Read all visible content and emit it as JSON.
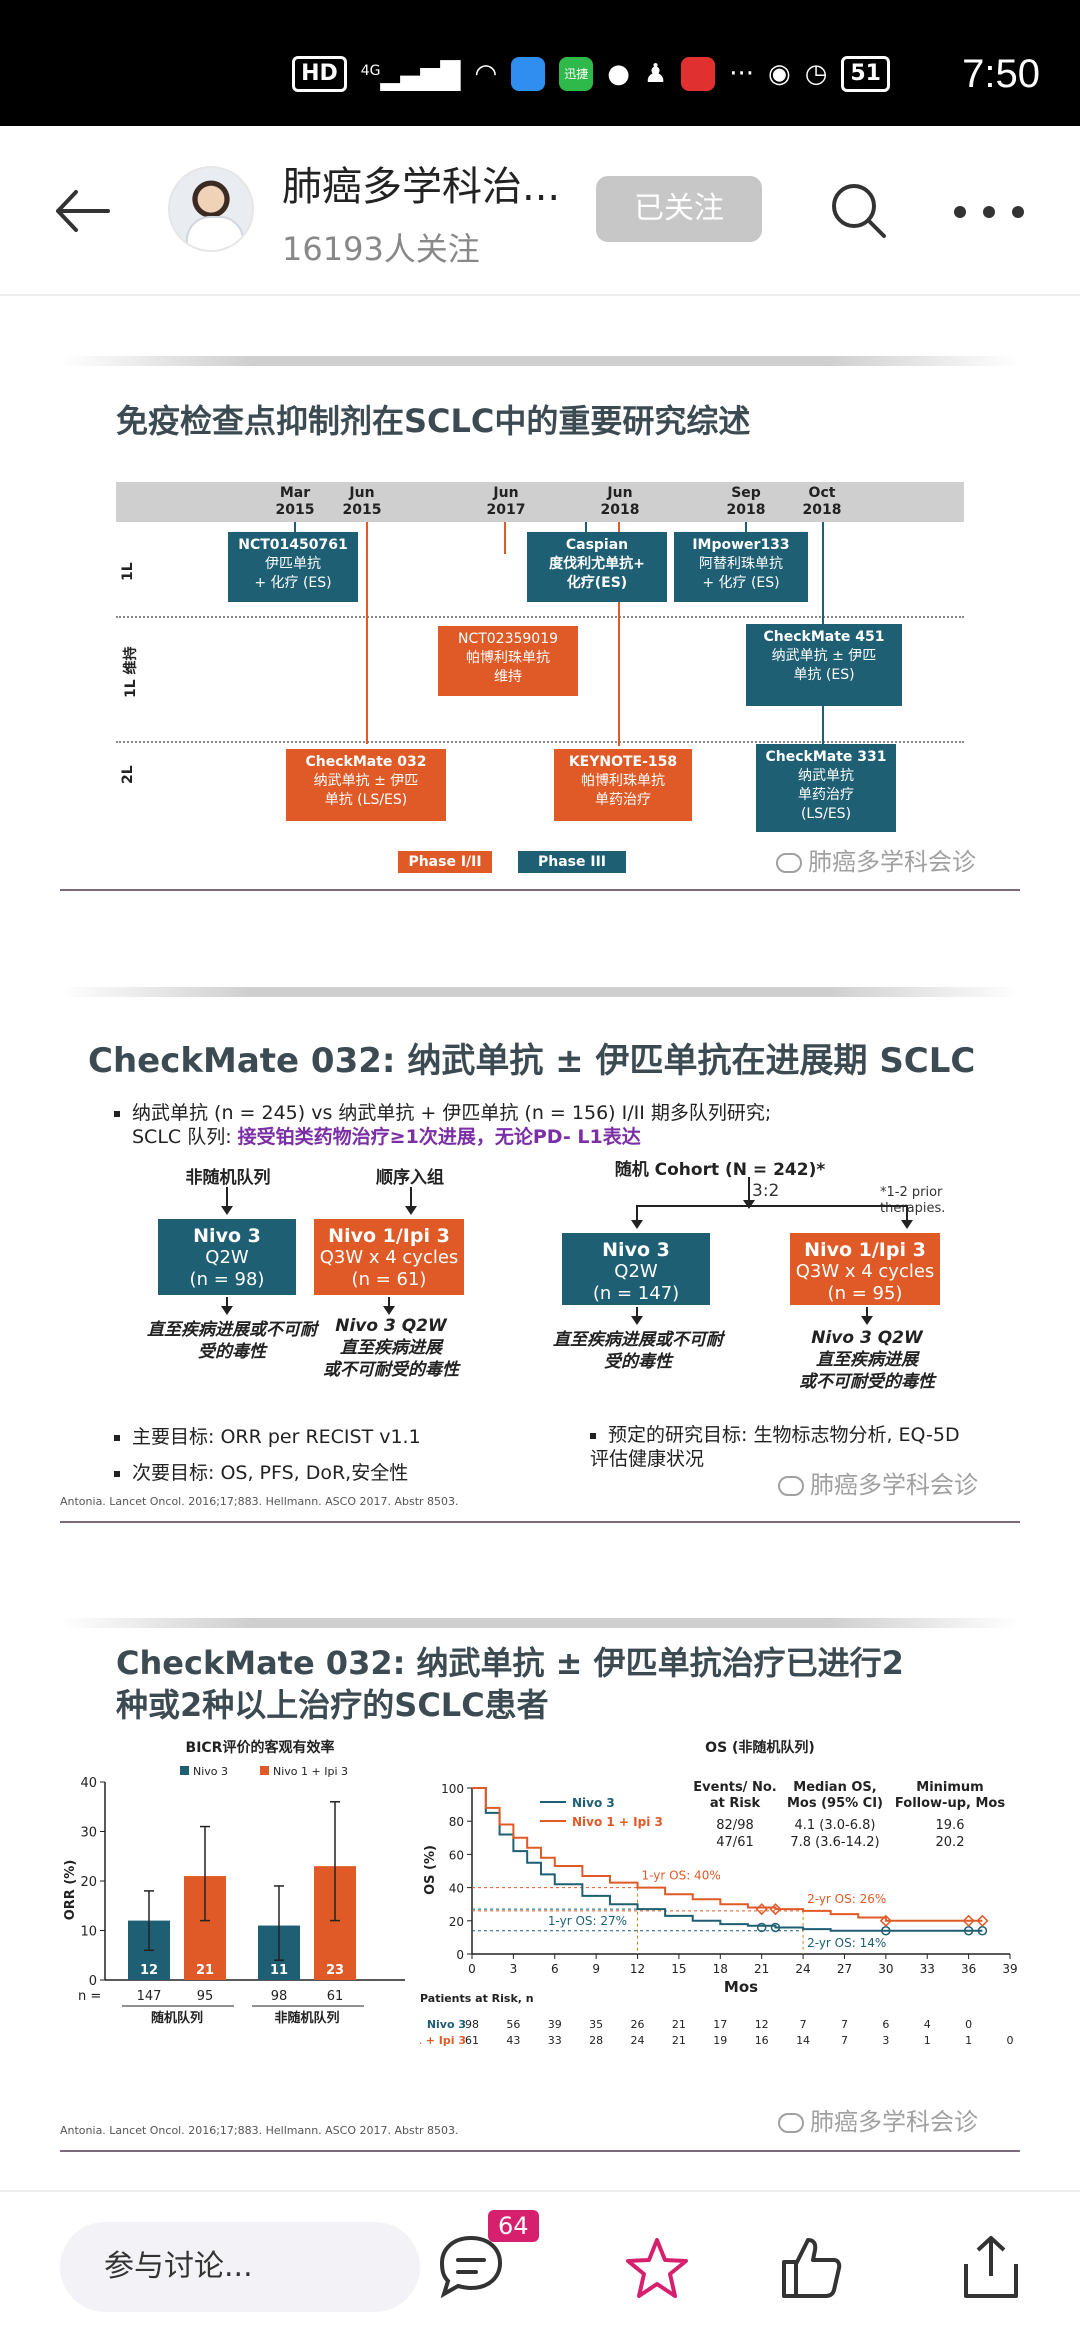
{
  "status_bar": {
    "hd_label": "HD",
    "network": "4G",
    "battery": "51",
    "time": "7:50",
    "app_icon_colors": [
      "#2f8ef0",
      "#2fb94a",
      "#e03030"
    ],
    "app_label": "迅捷"
  },
  "header": {
    "title": "肺癌多学科治...",
    "followers": "16193人关注",
    "follow_label": "已关注"
  },
  "slide1": {
    "title": "免疫检查点抑制剂在SCLC中的重要研究综述",
    "dates": [
      {
        "month": "Mar",
        "year": "2015"
      },
      {
        "month": "Jun",
        "year": "2015"
      },
      {
        "month": "Jun",
        "year": "2017"
      },
      {
        "month": "Jun",
        "year": "2018"
      },
      {
        "month": "Sep",
        "year": "2018"
      },
      {
        "month": "Oct",
        "year": "2018"
      }
    ],
    "rows": [
      "1L",
      "1L 维持",
      "2L"
    ],
    "boxes": {
      "nct01450761": [
        "NCT01450761",
        "伊匹单抗",
        "+ 化疗 (ES)"
      ],
      "caspian": [
        "Caspian",
        "度伐利尤单抗+",
        "化疗(ES)"
      ],
      "impower133": [
        "IMpower133",
        "阿替利珠单抗",
        "+ 化疗 (ES)"
      ],
      "nct02359019": [
        "NCT02359019",
        "帕博利珠单抗",
        "维持"
      ],
      "checkmate451": [
        "CheckMate 451",
        "纳武单抗 ± 伊匹",
        "单抗 (ES)"
      ],
      "checkmate032": [
        "CheckMate 032",
        "纳武单抗 ± 伊匹",
        "单抗 (LS/ES)"
      ],
      "keynote158": [
        "KEYNOTE-158",
        "帕博利珠单抗",
        "单药治疗"
      ],
      "checkmate331": [
        "CheckMate 331",
        "纳武单抗",
        "单药治疗",
        "(LS/ES)"
      ]
    },
    "legend": {
      "phase12": "Phase I/II",
      "phase3": "Phase III"
    },
    "colors": {
      "phase12": "#e05a27",
      "phase3": "#1e5f74"
    },
    "watermark": "肺癌多学科会诊"
  },
  "slide2": {
    "title": "CheckMate 032: 纳武单抗 ± 伊匹单抗在进展期 SCLC",
    "intro_line1": "纳武单抗 (n = 245) vs 纳武单抗 + 伊匹单抗 (n = 156) I/II 期多队列研究;",
    "intro_line2_prefix": "SCLC 队列: ",
    "intro_line2_emph": "接受铂类药物治疗≥1次进展，无论PD- L1表达",
    "label_nonrandom": "非随机队列",
    "label_sequential": "顺序入组",
    "label_random": "随机 Cohort (N = 242)*",
    "ratio": "3:2",
    "footnote": "*1-2 prior therapies.",
    "box_nivo_a": {
      "name": "Nivo 3",
      "schedule": "Q2W",
      "n": "(n = 98)"
    },
    "box_combo_a": {
      "name": "Nivo 1/Ipi 3",
      "schedule": "Q3W x 4 cycles",
      "n": "(n = 61)"
    },
    "box_nivo_b": {
      "name": "Nivo 3",
      "schedule": "Q2W",
      "n": "(n = 147)"
    },
    "box_combo_b": {
      "name": "Nivo 1/Ipi 3",
      "schedule": "Q3W x 4 cycles",
      "n": "(n = 95)"
    },
    "until_progression": "直至疾病进展或不可耐受的毒性",
    "nivo_q2w": "Nivo 3 Q2W",
    "until_progression_b": "直至疾病进展",
    "or_toxicity": "或不可耐受的毒性",
    "primary": "主要目标: ORR per RECIST v1.1",
    "secondary": "次要目标: OS, PFS, DoR,安全性",
    "exploratory": "预定的研究目标: 生物标志物分析, EQ-5D评估健康状况",
    "reference": "Antonia. Lancet Oncol. 2016;17;883. Hellmann. ASCO 2017. Abstr 8503.",
    "watermark": "肺癌多学科会诊"
  },
  "slide3": {
    "title_line1": "CheckMate 032: 纳武单抗 ± 伊匹单抗治疗已进行2",
    "title_line2": "种或2种以上治疗的SCLC患者",
    "reference": "Antonia. Lancet Oncol. 2016;17;883. Hellmann. ASCO 2017. Abstr 8503.",
    "watermark": "肺癌多学科会诊",
    "os_table_headers": [
      "Events/ No. at Risk",
      "Median OS, Mos (95% CI)",
      "Minimum Follow-up, Mos"
    ],
    "os_table_rows": [
      [
        "82/98",
        "4.1 (3.0-6.8)",
        "19.6"
      ],
      [
        "47/61",
        "7.8 (3.6-14.2)",
        "20.2"
      ]
    ],
    "patients_at_risk_label": "Patients at Risk, n",
    "annotations": [
      "1-yr OS: 40%",
      "1-yr OS: 27%",
      "2-yr OS: 26%",
      "2-yr OS: 14%"
    ]
  },
  "chart_data": [
    {
      "type": "bar",
      "title": "BICR评价的客观有效率",
      "ylabel": "ORR (%)",
      "ylim": [
        0,
        40
      ],
      "yticks": [
        0,
        10,
        20,
        30,
        40
      ],
      "group_labels": [
        "随机队列",
        "非随机队列"
      ],
      "n_label": "n =",
      "n_values": [
        "147",
        "95",
        "98",
        "61"
      ],
      "series": [
        {
          "name": "Nivo 3",
          "color": "#1e5f74",
          "values": [
            12,
            11
          ],
          "error_low": [
            6,
            4
          ],
          "error_high": [
            18,
            19
          ]
        },
        {
          "name": "Nivo 1 + Ipi 3",
          "color": "#e05a27",
          "values": [
            21,
            23
          ],
          "error_low": [
            12,
            12
          ],
          "error_high": [
            31,
            36
          ]
        }
      ],
      "legend": "top"
    },
    {
      "type": "line",
      "title": "OS (非随机队列)",
      "xlabel": "Mos",
      "ylabel": "OS (%)",
      "xlim": [
        0,
        39
      ],
      "ylim": [
        0,
        100
      ],
      "xticks": [
        0,
        3,
        6,
        9,
        12,
        15,
        18,
        21,
        24,
        27,
        30,
        33,
        36,
        39
      ],
      "yticks": [
        0,
        20,
        40,
        60,
        80,
        100
      ],
      "series": [
        {
          "name": "Nivo 3",
          "color": "#1e5f74",
          "x": [
            0,
            1,
            2,
            3,
            4,
            5,
            6,
            8,
            10,
            12,
            14,
            16,
            18,
            20,
            22,
            24,
            26,
            28,
            30,
            33,
            36,
            37
          ],
          "y": [
            100,
            85,
            72,
            62,
            55,
            48,
            42,
            35,
            30,
            27,
            23,
            20,
            18,
            17,
            16,
            15,
            14,
            14,
            14,
            14,
            14,
            14
          ],
          "at_risk": [
            "98",
            "56",
            "39",
            "35",
            "26",
            "21",
            "17",
            "12",
            "7",
            "7",
            "6",
            "4",
            "0"
          ]
        },
        {
          "name": "Nivo 1 + Ipi 3",
          "color": "#e05a27",
          "x": [
            0,
            1,
            2,
            3,
            4,
            5,
            6,
            8,
            10,
            12,
            14,
            16,
            18,
            20,
            22,
            24,
            26,
            28,
            30,
            33,
            36,
            37
          ],
          "y": [
            100,
            88,
            78,
            70,
            64,
            58,
            53,
            47,
            43,
            40,
            36,
            33,
            30,
            28,
            27,
            26,
            24,
            22,
            20,
            20,
            20,
            20
          ],
          "at_risk": [
            "61",
            "43",
            "33",
            "28",
            "24",
            "21",
            "19",
            "16",
            "14",
            "7",
            "3",
            "1",
            "1",
            "0"
          ]
        }
      ],
      "legend": "top-right"
    }
  ],
  "bottom_bar": {
    "comment_placeholder": "参与讨论...",
    "comment_count": "64"
  }
}
